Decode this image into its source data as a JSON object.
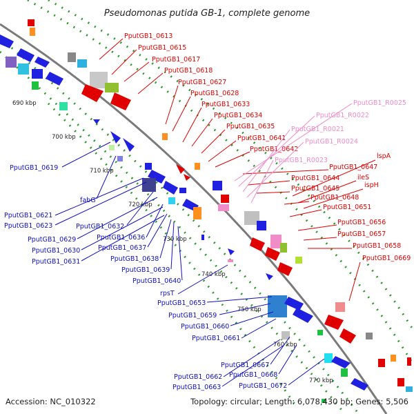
{
  "title": "Pseudomonas putida GB-1, complete genome",
  "footer": {
    "accession": "Accession: NC_010322",
    "topology": "Topology: circular; Length: 6,078,430 bp; Genes: 5,506"
  },
  "ticks": [
    "690 kbp",
    "700 kbp",
    "710 kbp",
    "720 kbp",
    "730 kbp",
    "740 kbp",
    "750 kbp",
    "760 kbp",
    "770 kbp"
  ],
  "labels_forward": [
    "PputGB1_0613",
    "PputGB1_0615",
    "PputGB1_0617",
    "PputGB1_0618",
    "PputGB1_0627",
    "PputGB1_0628",
    "PputGB1_0633",
    "PputGB1_0634",
    "PputGB1_0635",
    "PputGB1_0641",
    "PputGB1_0642",
    "PputGB1_0647",
    "PputGB1_0644",
    "PputGB1_0645",
    "PputGB1_0648",
    "PputGB1_0651",
    "PputGB1_0656",
    "PputGB1_0657",
    "PputGB1_0658",
    "PputGB1_0669",
    "lspA",
    "ileS",
    "ispH"
  ],
  "labels_rna": [
    "PputGB1_R0025",
    "PputGB1_R0022",
    "PputGB1_R0021",
    "PputGB1_R0024",
    "PputGB1_R0023"
  ],
  "labels_reverse": [
    "PputGB1_0619",
    "fabG",
    "PputGB1_0621",
    "PputGB1_0623",
    "PputGB1_0632",
    "PputGB1_0629",
    "PputGB1_0636",
    "PputGB1_0630",
    "PputGB1_0637",
    "PputGB1_0631",
    "PputGB1_0638",
    "PputGB1_0639",
    "PputGB1_0640",
    "rpsT",
    "PputGB1_0653",
    "PputGB1_0659",
    "PputGB1_0660",
    "PputGB1_0661",
    "PputGB1_0667",
    "PputGB1_0668",
    "PputGB1_0662",
    "PputGB1_0672",
    "PputGB1_0663"
  ],
  "colors": {
    "forward": "#e00000",
    "rna": "#f08cc8",
    "reverse": "#1010c0",
    "backbone": "#7a7a7a",
    "dots": "#2a9a2a"
  }
}
